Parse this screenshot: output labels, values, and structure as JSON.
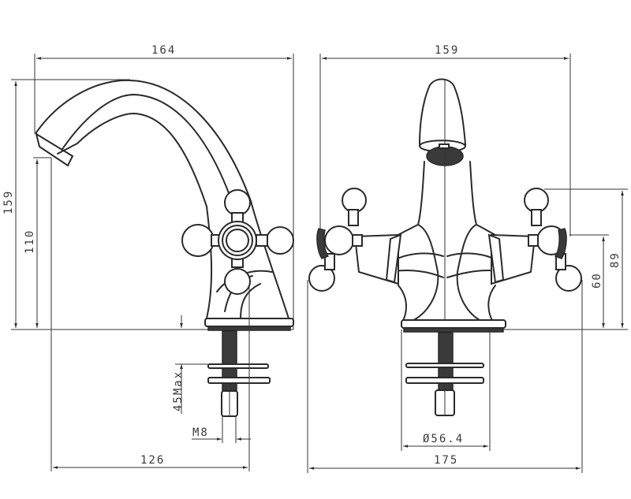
{
  "drawing": {
    "title": "Faucet technical drawing",
    "views": [
      "side-view",
      "front-view"
    ],
    "line_color": "#2a2a2a",
    "background": "#ffffff"
  },
  "side_view": {
    "dimensions": {
      "overall_width": "164",
      "overall_height": "159",
      "spout_height": "110",
      "mounting_depth": "45Max",
      "thread": "M8",
      "spout_reach": "126"
    }
  },
  "front_view": {
    "dimensions": {
      "overall_width": "159",
      "handle_height": "89",
      "handle_center_height": "60",
      "base_diameter": "Ø56.4",
      "handle_span": "175"
    }
  }
}
